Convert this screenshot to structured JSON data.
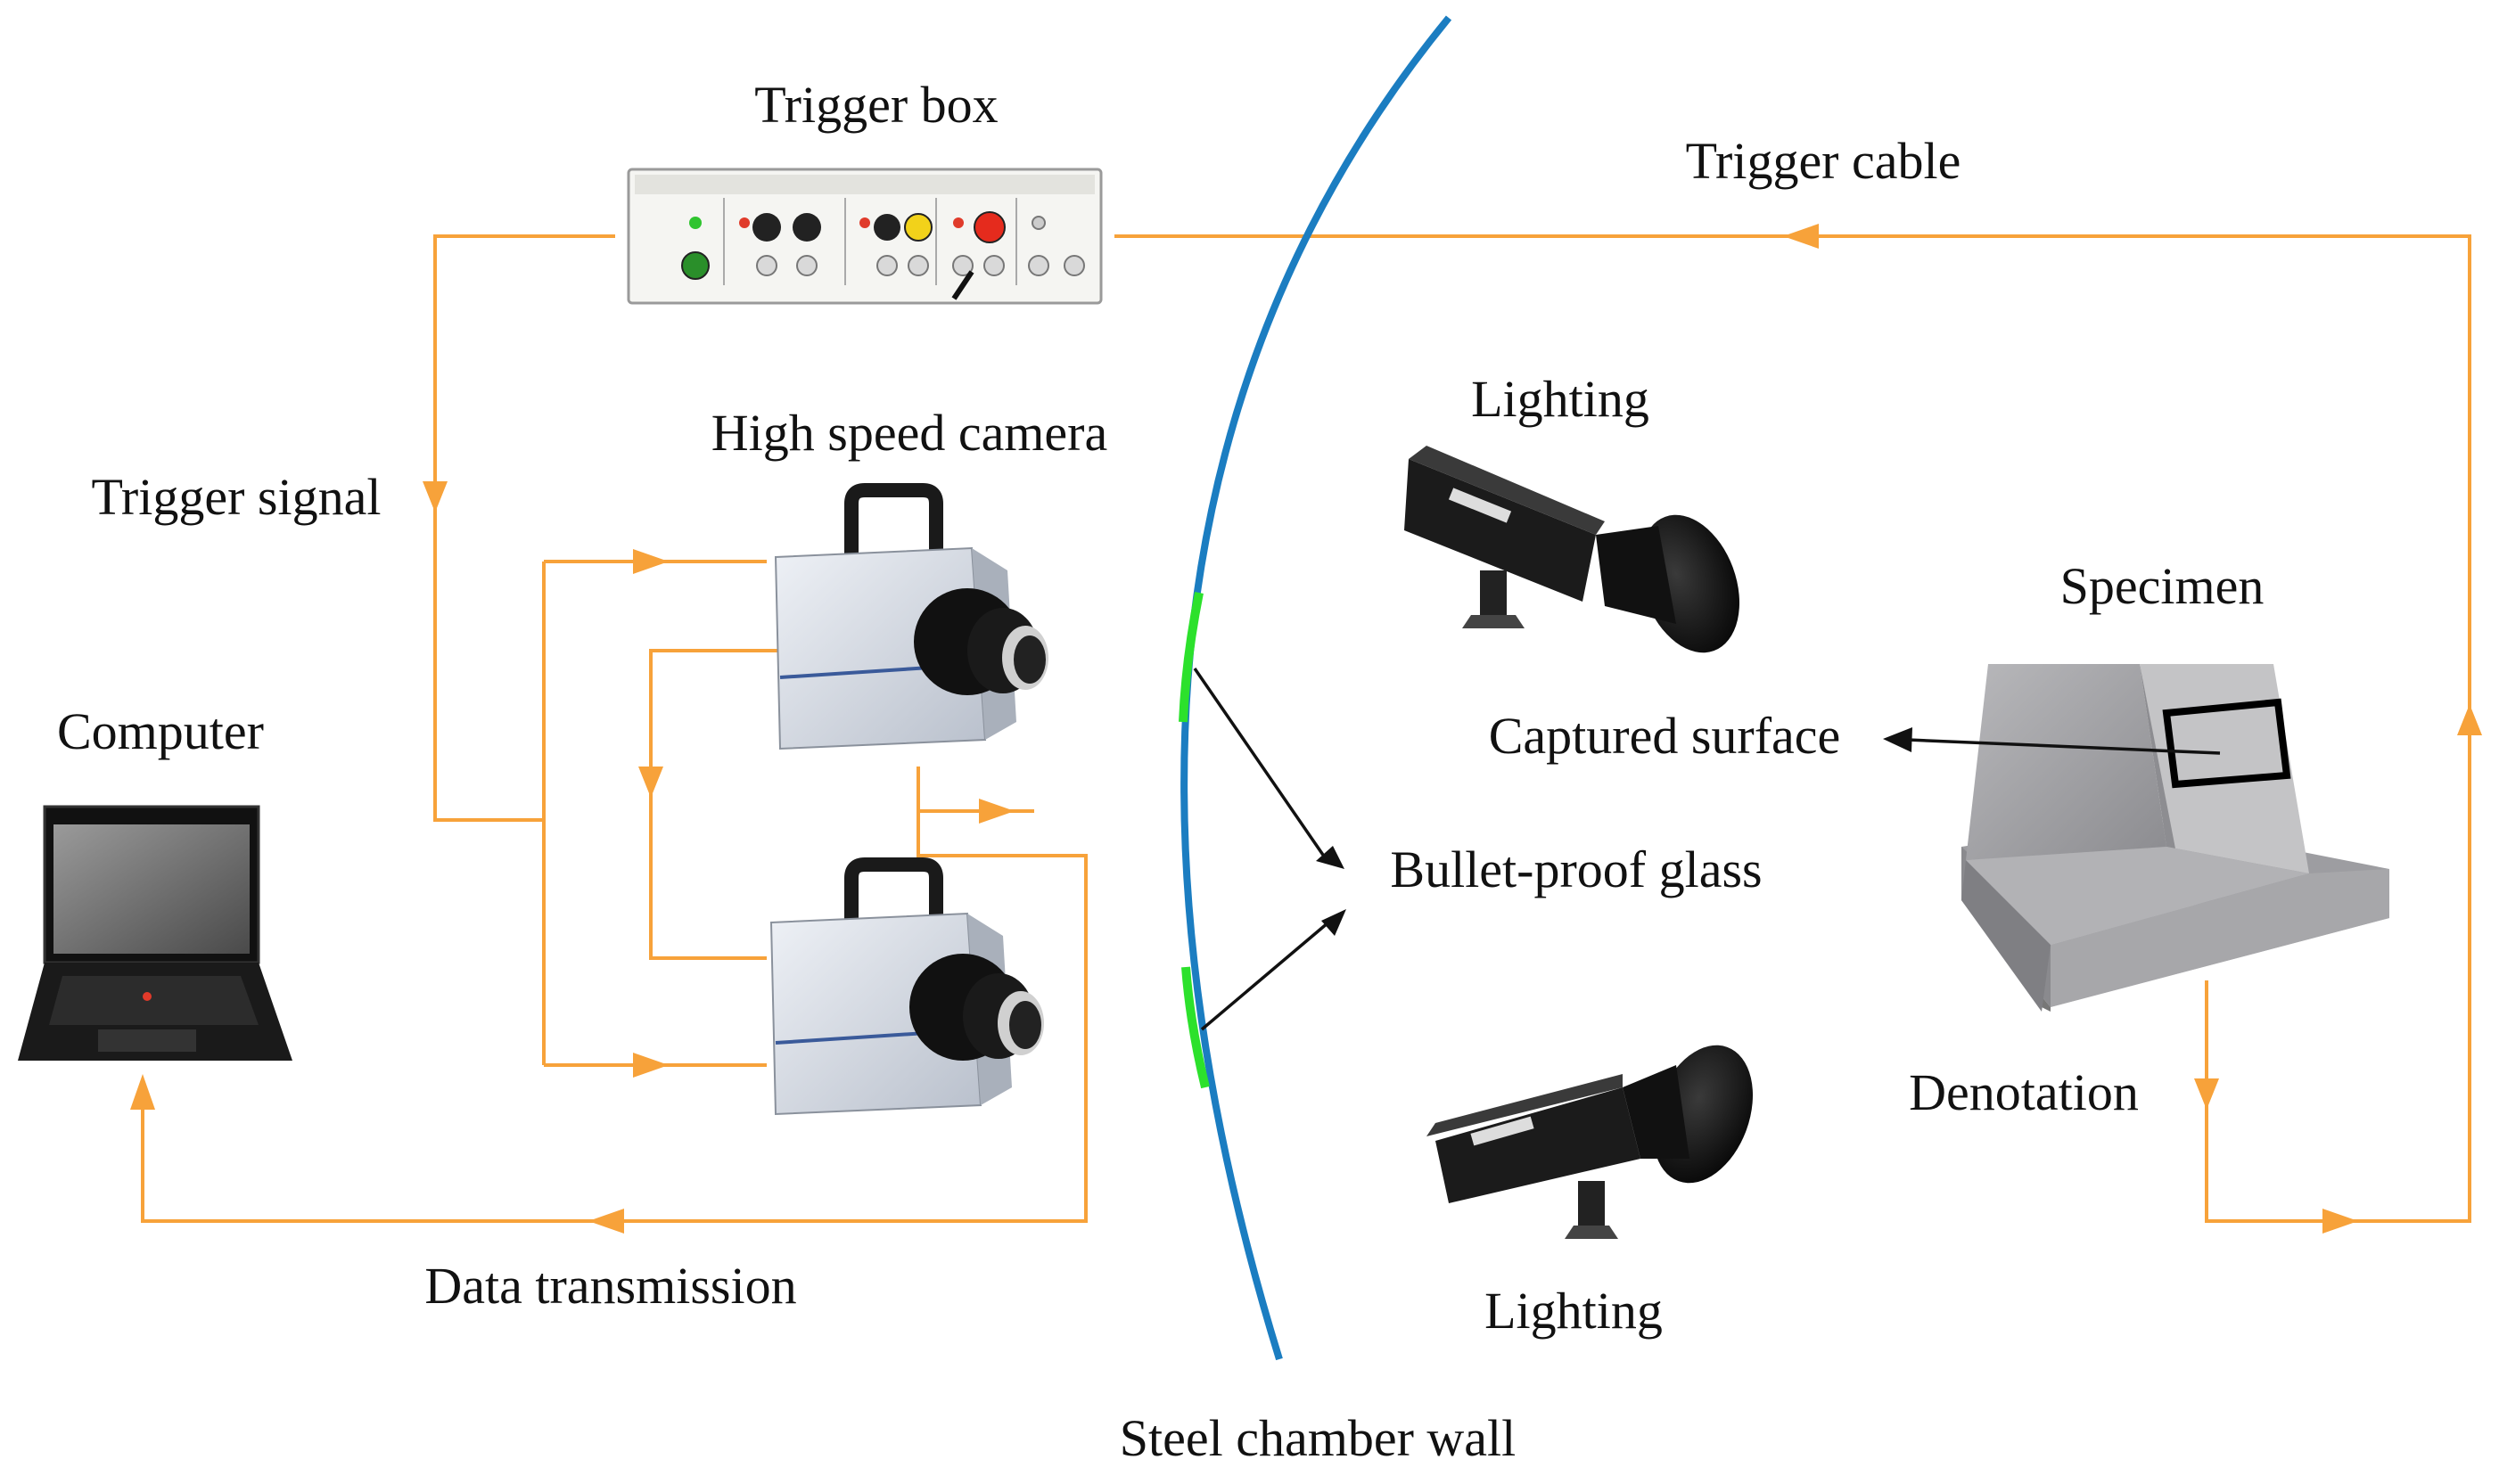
{
  "labels": {
    "trigger_box": "Trigger box",
    "trigger_cable": "Trigger cable",
    "trigger_signal": "Trigger signal",
    "high_speed_camera": "High speed camera",
    "computer": "Computer",
    "data_transmission": "Data transmission",
    "lighting_top": "Lighting",
    "lighting_bottom": "Lighting",
    "specimen": "Specimen",
    "captured_surface": "Captured surface",
    "bullet_proof_glass": "Bullet-proof glass",
    "denotation": "Denotation",
    "steel_chamber_wall": "Steel chamber wall"
  },
  "colors": {
    "wire": "#F7A23A",
    "wall": "#1B7DC1",
    "glass": "#2CE12C",
    "text": "#111111"
  },
  "icons": {
    "trigger_box": "trigger-box-device",
    "camera": "high-speed-camera",
    "computer": "laptop",
    "lighting": "studio-light",
    "specimen": "rock-specimen"
  }
}
